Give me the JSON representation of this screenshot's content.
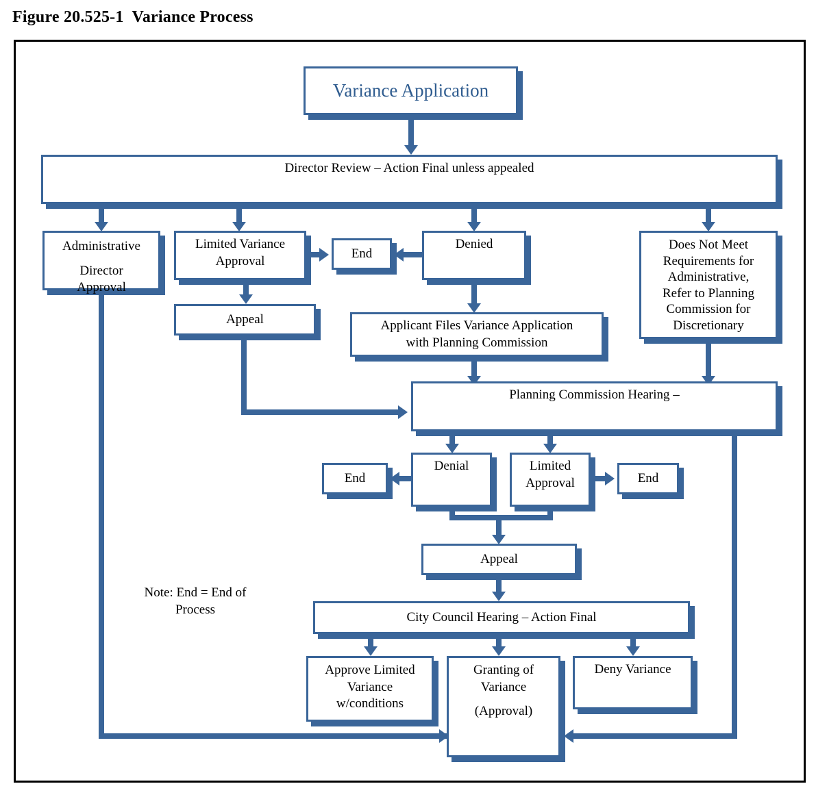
{
  "figure": {
    "title": "Figure 20.525-1  Variance Process"
  },
  "colors": {
    "node_border": "#3a6599",
    "node_shadow": "#3a6599",
    "connector": "#3a6599",
    "title_text": "#2f5c8f",
    "body_text": "#000000",
    "frame": "#000000",
    "background": "#ffffff"
  },
  "nodes": {
    "variance_application": {
      "label": "Variance Application"
    },
    "director_review": {
      "label": "Director Review – Action Final unless appealed"
    },
    "administrative_director_approval": {
      "line1": "Administrative",
      "line2": "Director",
      "line3": "Approval"
    },
    "limited_variance_approval": {
      "line1": "Limited Variance",
      "line2": "Approval"
    },
    "end_upper": {
      "label": "End"
    },
    "denied": {
      "label": "Denied"
    },
    "does_not_meet": {
      "line1": "Does Not Meet",
      "line2": "Requirements for",
      "line3": "Administrative,",
      "line4": "Refer to Planning",
      "line5": "Commission for",
      "line6": "Discretionary"
    },
    "appeal_director": {
      "label": "Appeal"
    },
    "applicant_files": {
      "line1": "Applicant Files Variance Application",
      "line2": "with Planning Commission"
    },
    "planning_commission_hearing": {
      "label": "Planning Commission Hearing –"
    },
    "end_denial": {
      "label": "End"
    },
    "denial": {
      "label": "Denial"
    },
    "limited_approval": {
      "line1": "Limited",
      "line2": "Approval"
    },
    "end_limited_approval": {
      "label": "End"
    },
    "appeal_pc": {
      "label": "Appeal"
    },
    "city_council_hearing": {
      "label": "City Council Hearing – Action Final"
    },
    "approve_limited_variance": {
      "line1": "Approve Limited",
      "line2": "Variance",
      "line3": "w/conditions"
    },
    "granting_of_variance": {
      "line1": "Granting of",
      "line2": "Variance",
      "line3": "(Approval)"
    },
    "deny_variance": {
      "label": "Deny Variance"
    }
  },
  "note": {
    "line1": "Note: End = End of",
    "line2": "Process"
  }
}
